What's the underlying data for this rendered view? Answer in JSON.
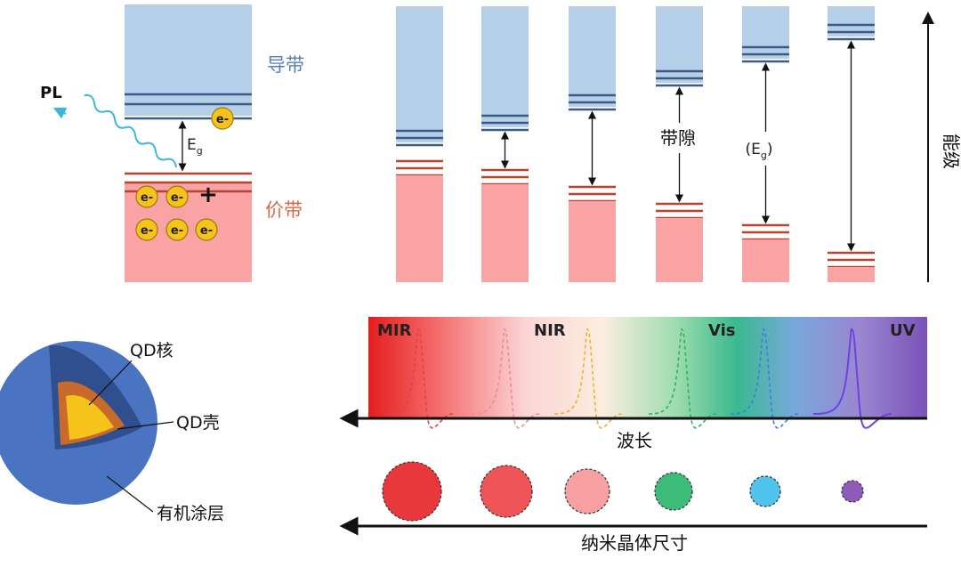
{
  "band_diagram": {
    "conduction_band_label": "导带",
    "valence_band_label": "价带",
    "pl_label": "PL",
    "eg_main": "E",
    "eg_sub": "g",
    "electron_label": "e-",
    "hole_label": "+"
  },
  "size_bands": {
    "gap_label": "带隙",
    "eg_open": "(E",
    "eg_sub": "g",
    "eg_close": ")",
    "energy_axis_label": "能级"
  },
  "quantum_dot": {
    "core_label": "QD核",
    "shell_label": "QD壳",
    "coating_label": "有机涂层"
  },
  "spectrum": {
    "regions": [
      "MIR",
      "NIR",
      "Vis",
      "UV"
    ],
    "wavelength_label": "波长",
    "size_axis_label": "纳米晶体尺寸"
  },
  "colors": {
    "conduction": "#b5cfe8",
    "valence": "#f9a3a5",
    "conduction_line": "#3b5a86",
    "valence_line": "#b8442f",
    "electron": "#f5c319",
    "pl_wave": "#3bb6e0",
    "label_blue": "#5a7fb3",
    "label_red": "#d46a4a",
    "dot_colors": [
      "#e8383c",
      "#ee5458",
      "#f6a0a2",
      "#3dbb78",
      "#4fc4ee",
      "#8e5cb8"
    ],
    "peak_colors": [
      "#e04048",
      "#ef8c90",
      "#f0b030",
      "#30b06a",
      "#3b7fd4",
      "#7040e0"
    ]
  }
}
